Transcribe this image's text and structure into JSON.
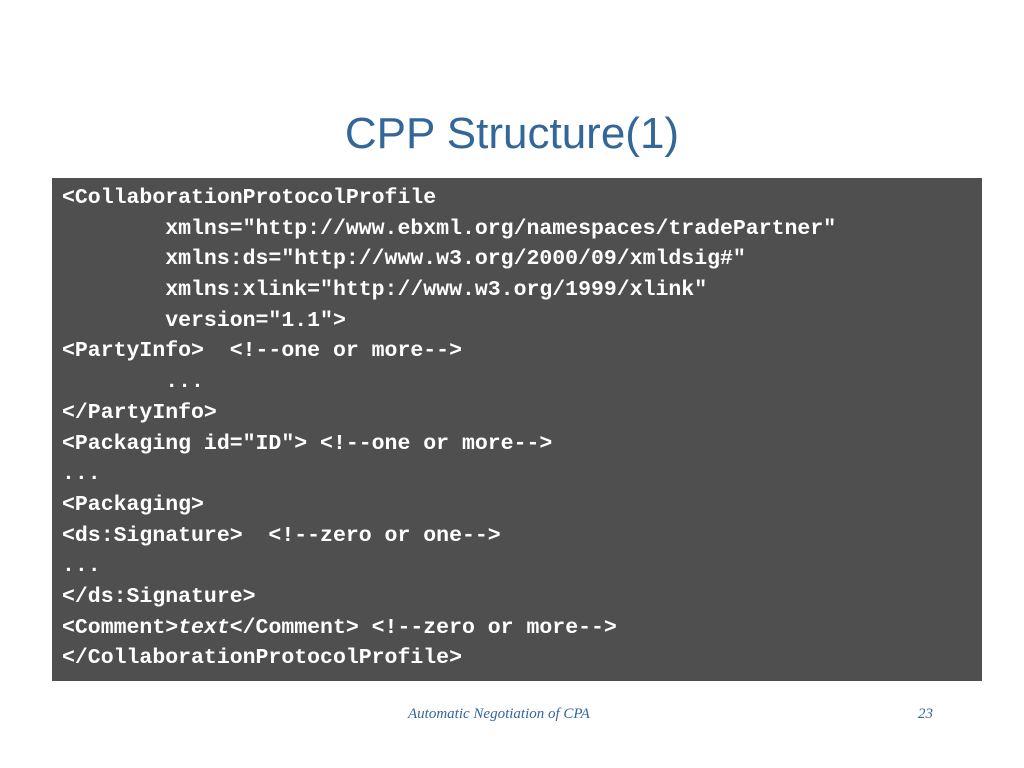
{
  "slide": {
    "title": "CPP Structure(1)",
    "code_lines": [
      "<CollaborationProtocolProfile",
      "        xmlns=\"http://www.ebxml.org/namespaces/tradePartner\"",
      "        xmlns:ds=\"http://www.w3.org/2000/09/xmldsig#\"",
      "        xmlns:xlink=\"http://www.w3.org/1999/xlink\"",
      "        version=\"1.1\">",
      "<PartyInfo>  <!--one or more-->",
      "        ...",
      "</PartyInfo>",
      "<Packaging id=\"ID\"> <!--one or more-->",
      "...",
      "<Packaging>",
      "<ds:Signature>  <!--zero or one-->",
      "...",
      "</ds:Signature>"
    ],
    "comment_line": {
      "open_tag": "<Comment>",
      "content": "text",
      "close_tag": "</Comment> <!--zero or more-->"
    },
    "closing_line": "</CollaborationProtocolProfile>",
    "footer": "Automatic Negotiation of CPA",
    "page_number": "23"
  },
  "colors": {
    "title": "#336699",
    "code_background": "#4f4f4f",
    "code_text": "#ffffff",
    "footer": "#336699"
  }
}
